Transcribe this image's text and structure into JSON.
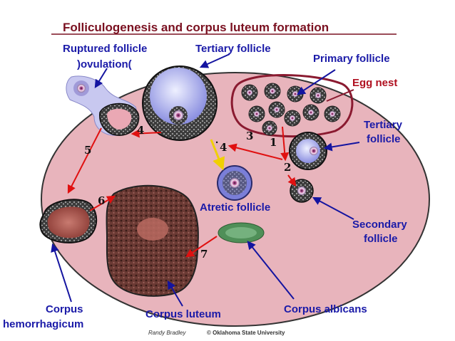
{
  "title": "Folliculogenesis  and corpus luteum formation",
  "labels": {
    "ruptured_1": "Ruptured follicle",
    "ruptured_2": ")ovulation(",
    "tertiary_top": "Tertiary follicle",
    "primary": "Primary follicle",
    "egg_nest": "Egg nest",
    "tertiary_right_1": "Tertiary",
    "tertiary_right_2": "follicle",
    "atretic": "Atretic follicle",
    "secondary_1": "Secondary",
    "secondary_2": "follicle",
    "corpus_hem_1": "Corpus",
    "corpus_hem_2": "hemorrhagicum",
    "corpus_luteum": "Corpus luteum",
    "corpus_albicans": "Corpus albicans"
  },
  "steps": {
    "s1": "1",
    "s2": "2",
    "s3": "3",
    "s4a": "4",
    "s4b": "4",
    "s5": "5",
    "s6": "6",
    "s7": "7"
  },
  "credits": {
    "author": "Randy Bradley",
    "university": "© Oklahoma State University"
  },
  "colors": {
    "title": "#7a1020",
    "label_blue": "#1a1aa8",
    "egg_nest": "#b01020",
    "ovary": "#e8b4bc",
    "red_arrow": "#e01010",
    "blue_arrow": "#1414a0",
    "yellow_arrow": "#f0d000"
  }
}
